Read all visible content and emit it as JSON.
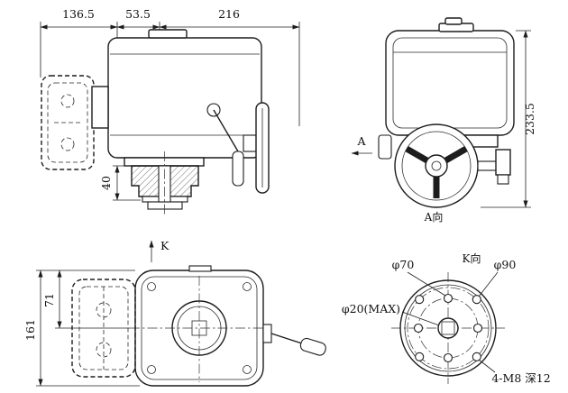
{
  "drawing": {
    "background": "#ffffff",
    "line_color": "#1c1c1c"
  },
  "side_view": {
    "dim_width_left": "136.5",
    "dim_width_mid": "53.5",
    "dim_width_right": "216",
    "dim_height": "40"
  },
  "front_view": {
    "arrow_label": "A",
    "dim_height": "233.5",
    "view_label": "A向"
  },
  "plan_view": {
    "arrow_label": "K",
    "dim_total": "161",
    "dim_partial": "71"
  },
  "flange_view": {
    "view_label": "K向",
    "dim_bolt_circle_small": "φ70",
    "dim_bolt_circle_large": "φ90",
    "dim_center_bore": "φ20(MAX)",
    "note_bolts": "4-M8 深12"
  }
}
